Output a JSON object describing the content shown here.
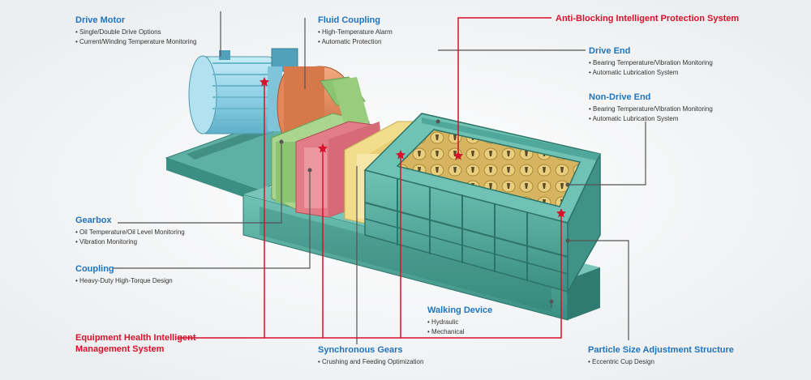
{
  "labels": {
    "drive_motor": {
      "title": "Drive Motor",
      "items": [
        "Single/Double Drive Options",
        "Current/Winding Temperature Monitoring"
      ]
    },
    "fluid_coupling": {
      "title": "Fluid Coupling",
      "items": [
        "High-Temperature Alarm",
        "Automatic Protection"
      ]
    },
    "anti_blocking": {
      "title": "Anti-Blocking Intelligent Protection System",
      "items": []
    },
    "drive_end": {
      "title": "Drive End",
      "items": [
        "Bearing Temperature/Vibration Monitoring",
        "Automatic Lubrication System"
      ]
    },
    "non_drive_end": {
      "title": "Non-Drive End",
      "items": [
        "Bearing Temperature/Vibration Monitoring",
        "Automatic Lubrication System"
      ]
    },
    "gearbox": {
      "title": "Gearbox",
      "items": [
        "Oil Temperature/Oil Level Monitoring",
        "Vibration Monitoring"
      ]
    },
    "coupling": {
      "title": "Coupling",
      "items": [
        "Heavy-Duty High-Torque Design"
      ]
    },
    "walking_device": {
      "title": "Walking Device",
      "items": [
        "Hydraulic",
        "Mechanical"
      ]
    },
    "equipment_health": {
      "title_line1": "Equipment Health Intelligent",
      "title_line2": "Management System",
      "items": []
    },
    "synchronous_gears": {
      "title": "Synchronous Gears",
      "items": [
        "Crushing and Feeding Optimization"
      ]
    },
    "particle_size": {
      "title": "Particle Size Adjustment Structure",
      "items": [
        "Eccentric Cup Design"
      ]
    }
  },
  "colors": {
    "label_blue": "#1f74bd",
    "label_red": "#d8102a",
    "leader_gray": "#555555",
    "leader_red": "#d8102a",
    "frame_teal": "#4fa89b",
    "motor_blue": "#8fd1e6",
    "fluid_coupling_orange": "#e3875a",
    "gearbox_green": "#a9d58f",
    "coupling_pink": "#e27d88",
    "sync_gear_yellow": "#f1dd8c",
    "rollers_gold": "#d7b560"
  }
}
